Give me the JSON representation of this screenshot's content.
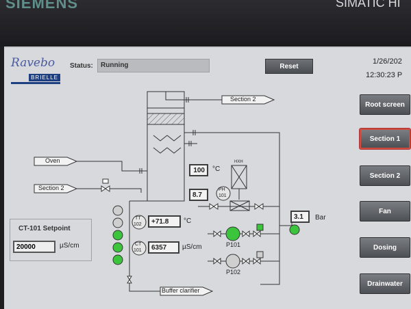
{
  "device": {
    "brand": "SIEMENS",
    "model": "SIMATIC HI"
  },
  "header": {
    "logo_main": "Ravebo",
    "logo_sub": "BRIELLE",
    "status_label": "Status:",
    "status_value": "Running",
    "reset_label": "Reset",
    "date": "1/26/202",
    "time": "12:30:23 P"
  },
  "nav": {
    "items": [
      {
        "label": "Root screen"
      },
      {
        "label": "Section 1"
      },
      {
        "label": "Section 2"
      },
      {
        "label": "Fan"
      },
      {
        "label": "Dosing"
      },
      {
        "label": "Drainwater"
      }
    ],
    "active": "Section 1"
  },
  "setpoint": {
    "title": "CT-101 Setpoint",
    "value": "20000",
    "unit": "µS/cm"
  },
  "process": {
    "temp_top": {
      "value": "100",
      "unit": "°C"
    },
    "ph": {
      "value": "8.7",
      "tag_a": "PH",
      "tag_b": "101"
    },
    "tt102": {
      "value": "+71.8",
      "unit": "°C",
      "tag_a": "TT",
      "tag_b": "102"
    },
    "ct101": {
      "value": "6357",
      "unit": "µS/cm",
      "tag_a": "CT",
      "tag_b": "101"
    },
    "pressure": {
      "value": "3.1",
      "unit": "Bar"
    },
    "pump1": {
      "label": "P101",
      "color": "#3cc43c"
    },
    "pump2": {
      "label": "P102",
      "color": "#cfcfcf"
    },
    "arrows": {
      "section2_out": "Section 2",
      "oven": "Oven",
      "section2_in": "Section 2",
      "buffer": "Buffer clarifier"
    },
    "tank_tag": "HXH",
    "level_indicators": [
      {
        "color": "#cfcfcf"
      },
      {
        "color": "#cfcfcf"
      },
      {
        "color": "#3cc43c"
      },
      {
        "color": "#3cc43c"
      },
      {
        "color": "#3cc43c"
      }
    ],
    "accent_green": "#3cc43c"
  }
}
